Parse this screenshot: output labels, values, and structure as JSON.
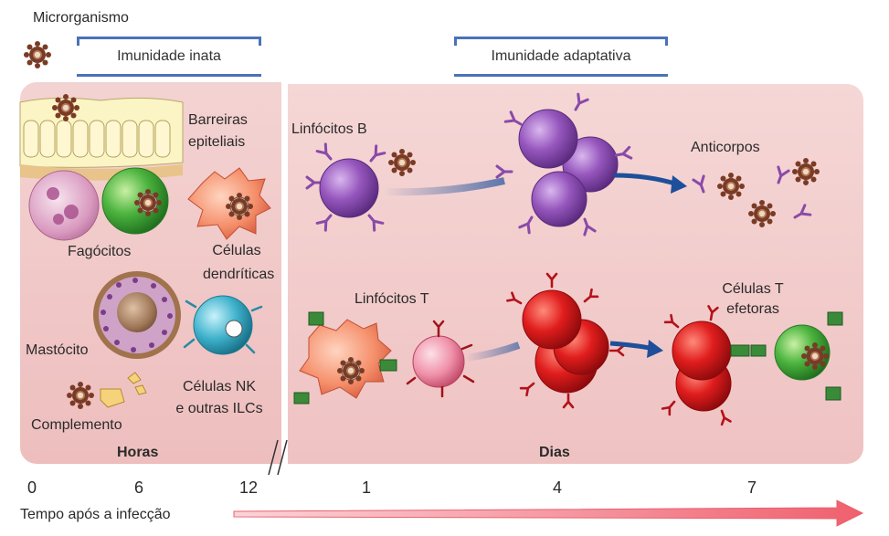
{
  "labels": {
    "microorganism": "Microrganismo",
    "innate": "Imunidade inata",
    "adaptive": "Imunidade adaptativa",
    "barriers": [
      "Barreiras",
      "epiteliais"
    ],
    "phagocytes": "Fagócitos",
    "dendritic": [
      "Células",
      "dendríticas"
    ],
    "mast": "Mastócito",
    "nk": [
      "Células NK",
      "e outras ILCs"
    ],
    "complement": "Complemento",
    "b_lymph": "Linfócitos B",
    "antibodies": "Anticorpos",
    "t_lymph": "Linfócitos T",
    "t_effector": [
      "Células T",
      "efetoras"
    ],
    "hours": "Horas",
    "days": "Dias",
    "time_axis": "Tempo após a infecção"
  },
  "ticks": [
    "0",
    "6",
    "12",
    "1",
    "4",
    "7"
  ],
  "colors": {
    "panel": "#f2cccb",
    "phase_line": "#4a72b8",
    "arrow": "#1e4f9a",
    "b_cell": "#8a4aa8",
    "t_cell": "#cc1a1f",
    "phagocyte_green": "#3fa63a",
    "dendritic": "#f08a68",
    "nk": "#35aac3",
    "time_arrow": "#f26c7a"
  }
}
